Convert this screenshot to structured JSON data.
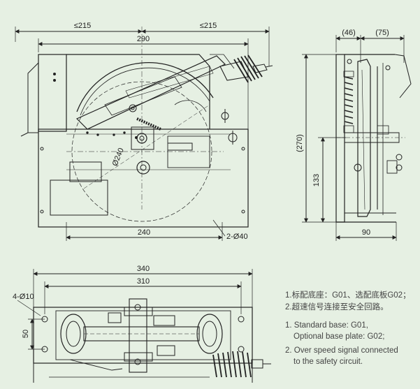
{
  "dimensions": {
    "top_left_width": "≤215",
    "top_right_width": "≤215",
    "overall_width": "290",
    "pulley_diameter": "Ø240",
    "base_width": "240",
    "base_holes": "2-Ø40",
    "side_depth_a": "(46)",
    "side_depth_b": "(75)",
    "side_height_total": "(270)",
    "side_height_axle": "133",
    "side_width": "90",
    "plate_width": "340",
    "plate_hole_span": "310",
    "plate_holes": "4-Ø10",
    "plate_hole_pitch": "50"
  },
  "notes": {
    "cn_1": "1.标配底座：G01、选配底板G02；",
    "cn_2": "2.超速信号连接至安全回路。",
    "en_1a": "1. Standard base: G01,",
    "en_1b": "Optional base plate: G02;",
    "en_2a": "2. Over speed signal connected",
    "en_2b": "to the safety circuit."
  }
}
